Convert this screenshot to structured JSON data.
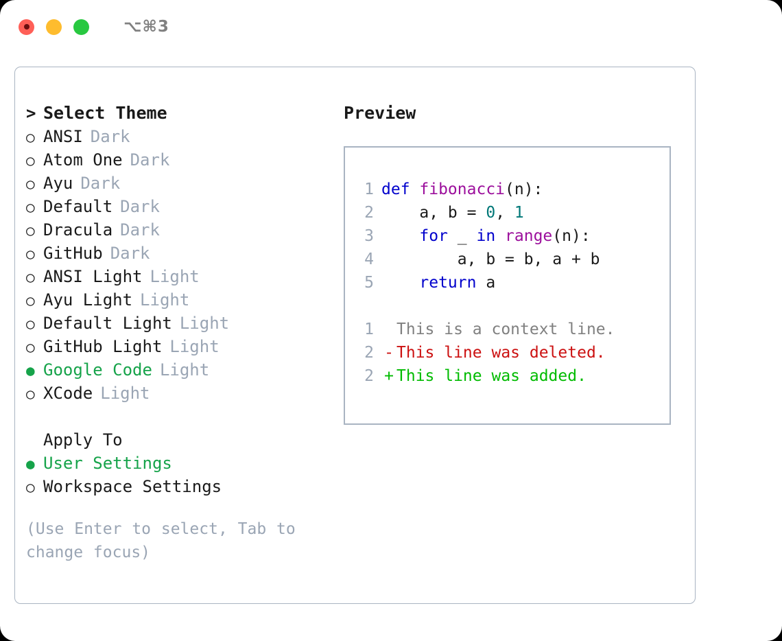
{
  "titlebar": {
    "lights": [
      {
        "name": "close",
        "color": "#ff5f57",
        "recording": true
      },
      {
        "name": "minimize",
        "color": "#febc2e",
        "recording": false
      },
      {
        "name": "zoom",
        "color": "#28c840",
        "recording": false
      }
    ],
    "shortcut": "⌥⌘3"
  },
  "colors": {
    "accent_green": "#16a34a",
    "muted": "#9aa5b4",
    "border": "#a9b4c2",
    "keyword": "#0000cc",
    "function": "#9c0f9c",
    "number": "#007777",
    "diff_deleted": "#cc1111",
    "diff_added": "#00bb00",
    "diff_context": "#808080"
  },
  "theme_list": {
    "header_marker": ">",
    "header_label": "Select Theme",
    "marker_unselected": "○",
    "marker_selected": "●",
    "items": [
      {
        "label": "ANSI",
        "tag": "Dark",
        "selected": false
      },
      {
        "label": "Atom One",
        "tag": "Dark",
        "selected": false
      },
      {
        "label": "Ayu",
        "tag": "Dark",
        "selected": false
      },
      {
        "label": "Default",
        "tag": "Dark",
        "selected": false
      },
      {
        "label": "Dracula",
        "tag": "Dark",
        "selected": false
      },
      {
        "label": "GitHub",
        "tag": "Dark",
        "selected": false
      },
      {
        "label": "ANSI Light",
        "tag": "Light",
        "selected": false
      },
      {
        "label": "Ayu Light",
        "tag": "Light",
        "selected": false
      },
      {
        "label": "Default Light",
        "tag": "Light",
        "selected": false
      },
      {
        "label": "GitHub Light",
        "tag": "Light",
        "selected": false
      },
      {
        "label": "Google Code",
        "tag": "Light",
        "selected": true
      },
      {
        "label": "XCode",
        "tag": "Light",
        "selected": false
      }
    ]
  },
  "apply_to": {
    "title": "Apply To",
    "options": [
      {
        "label": "User Settings",
        "selected": true
      },
      {
        "label": "Workspace Settings",
        "selected": false
      }
    ]
  },
  "hint": "(Use Enter to select, Tab to change focus)",
  "preview": {
    "title": "Preview",
    "code_lines": [
      {
        "no": "1",
        "tokens": [
          {
            "t": "def ",
            "c": "kw"
          },
          {
            "t": "fibonacci",
            "c": "fn"
          },
          {
            "t": "(n):",
            "c": "txt"
          }
        ]
      },
      {
        "no": "2",
        "tokens": [
          {
            "t": "    a, b = ",
            "c": "txt"
          },
          {
            "t": "0",
            "c": "num"
          },
          {
            "t": ", ",
            "c": "txt"
          },
          {
            "t": "1",
            "c": "num"
          }
        ]
      },
      {
        "no": "3",
        "tokens": [
          {
            "t": "    ",
            "c": "txt"
          },
          {
            "t": "for",
            "c": "kw"
          },
          {
            "t": " _ ",
            "c": "txt"
          },
          {
            "t": "in",
            "c": "kw"
          },
          {
            "t": " ",
            "c": "txt"
          },
          {
            "t": "range",
            "c": "fn"
          },
          {
            "t": "(n):",
            "c": "txt"
          }
        ]
      },
      {
        "no": "4",
        "tokens": [
          {
            "t": "        a, b = b, a + b",
            "c": "txt"
          }
        ]
      },
      {
        "no": "5",
        "tokens": [
          {
            "t": "    ",
            "c": "txt"
          },
          {
            "t": "return",
            "c": "kw"
          },
          {
            "t": " a",
            "c": "txt"
          }
        ]
      }
    ],
    "diff_lines": [
      {
        "no": "1",
        "sign": " ",
        "text": "This is a context line.",
        "kind": "ctx"
      },
      {
        "no": "2",
        "sign": "-",
        "text": "This line was deleted.",
        "kind": "del"
      },
      {
        "no": "2",
        "sign": "+",
        "text": "This line was added.",
        "kind": "add"
      }
    ]
  }
}
